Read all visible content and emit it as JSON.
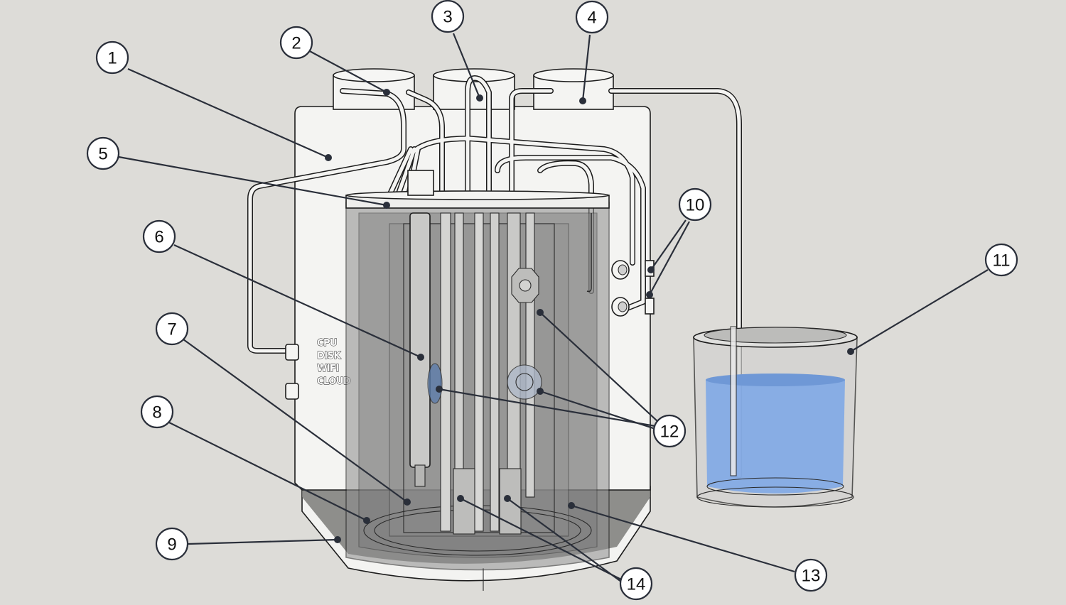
{
  "panel_labels": [
    "CPU",
    "DISK",
    "WIFI",
    "CLOUD"
  ],
  "callouts": [
    "1",
    "2",
    "3",
    "4",
    "5",
    "6",
    "7",
    "8",
    "9",
    "10",
    "11",
    "12",
    "13",
    "14"
  ],
  "colors": {
    "background": "#dddcd8",
    "housing": "#f4f4f2",
    "vessel_glass": "#9e9e9e",
    "liquid": "#7fa8e6",
    "callout_stroke": "#2a2f3a"
  }
}
